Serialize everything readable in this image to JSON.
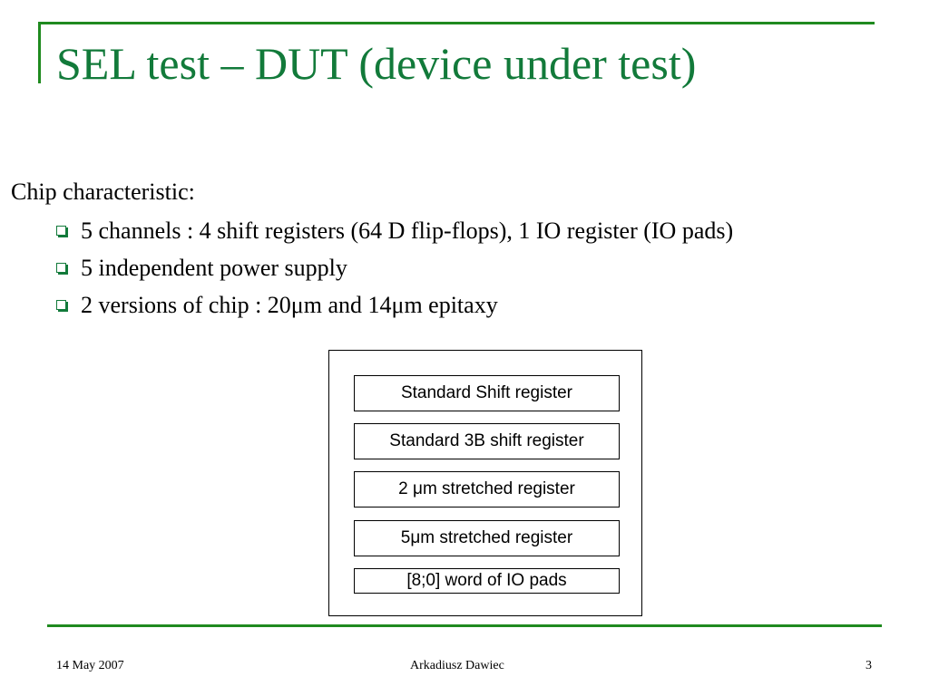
{
  "slide": {
    "title": "SEL test – DUT (device under test)",
    "intro": "Chip characteristic:",
    "bullets": [
      "5 channels : 4 shift registers (64 D flip-flops), 1 IO register (IO pads)",
      "5 independent power supply",
      "2 versions of chip : 20μm and 14μm epitaxy"
    ],
    "bullet_icon": "square-bullet-icon"
  },
  "diagram": {
    "registers": [
      "Standard Shift register",
      "Standard 3B shift register",
      "2 μm stretched register",
      "5μm stretched register",
      "[8;0] word of IO pads"
    ]
  },
  "footer": {
    "date": "14 May 2007",
    "author": "Arkadiusz Dawiec",
    "page": "3"
  },
  "colors": {
    "title": "#127a3a",
    "accent_lines": "#1f8a1f"
  }
}
